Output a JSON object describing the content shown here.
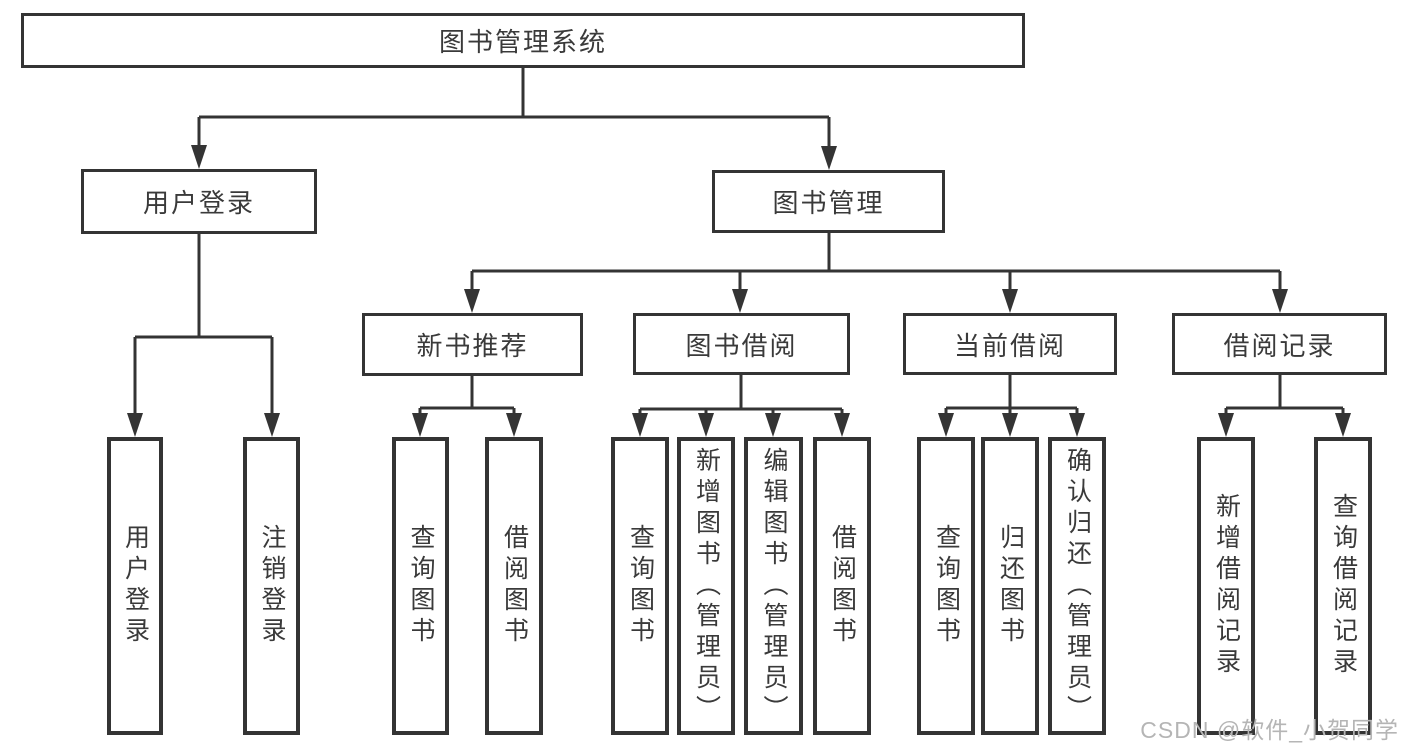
{
  "diagram_title": "图书管理系统",
  "tree": {
    "label": "图书管理系统",
    "children": [
      {
        "label": "用户登录",
        "children": [
          {
            "label": "用户登录"
          },
          {
            "label": "注销登录"
          }
        ]
      },
      {
        "label": "图书管理",
        "children": [
          {
            "label": "新书推荐",
            "children": [
              {
                "label": "查询图书"
              },
              {
                "label": "借阅图书"
              }
            ]
          },
          {
            "label": "图书借阅",
            "children": [
              {
                "label": "查询图书"
              },
              {
                "label": "新增图书（管理员）"
              },
              {
                "label": "编辑图书（管理员）"
              },
              {
                "label": "借阅图书"
              }
            ]
          },
          {
            "label": "当前借阅",
            "children": [
              {
                "label": "查询图书"
              },
              {
                "label": "归还图书"
              },
              {
                "label": "确认归还（管理员）"
              }
            ]
          },
          {
            "label": "借阅记录",
            "children": [
              {
                "label": "新增借阅记录"
              },
              {
                "label": "查询借阅记录"
              }
            ]
          }
        ]
      }
    ]
  },
  "watermark": {
    "text": "CSDN @软件_小贺同学"
  },
  "colors": {
    "line": "#343434",
    "text": "#3a3a3a",
    "background": "#ffffff",
    "watermark": "#b5b5b5"
  }
}
